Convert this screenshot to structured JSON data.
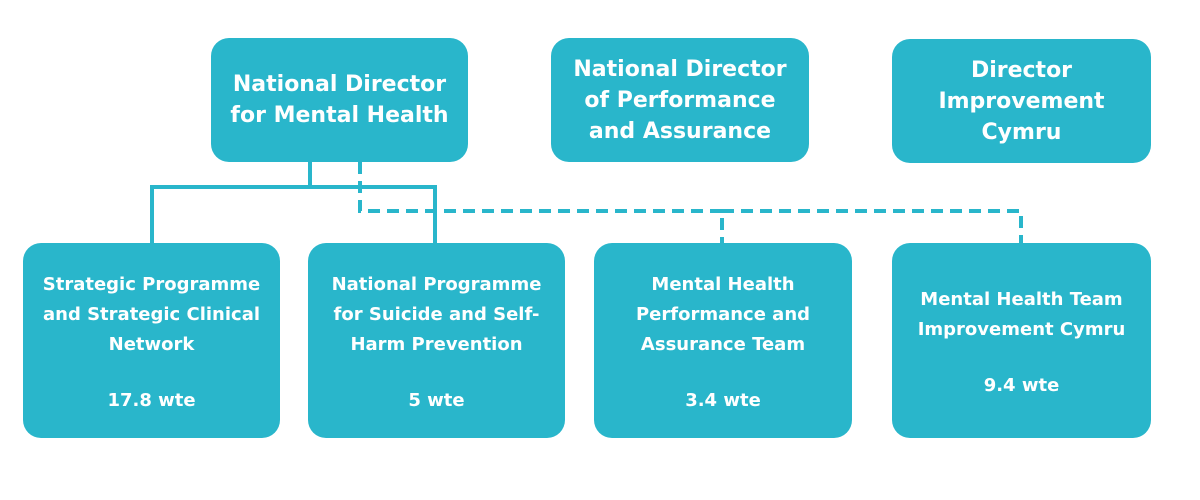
{
  "colors": {
    "box": "#29b6cb",
    "text": "#ffffff",
    "connector": "#29b6cb"
  },
  "top_boxes": [
    {
      "lines": [
        "National Director",
        "for Mental Health"
      ]
    },
    {
      "lines": [
        "National Director",
        "of Performance",
        "and Assurance"
      ]
    },
    {
      "lines": [
        "Director",
        "Improvement",
        "Cymru"
      ]
    }
  ],
  "bottom_boxes": [
    {
      "lines": [
        "Strategic Programme",
        "and Strategic Clinical",
        "Network"
      ],
      "wte": "17.8 wte"
    },
    {
      "lines": [
        "National Programme",
        "for Suicide and Self-",
        "Harm Prevention"
      ],
      "wte": "5 wte"
    },
    {
      "lines": [
        "Mental Health",
        "Performance and",
        "Assurance Team"
      ],
      "wte": "3.4 wte"
    },
    {
      "lines": [
        "Mental Health Team",
        "Improvement Cymru"
      ],
      "wte": "9.4 wte"
    }
  ]
}
